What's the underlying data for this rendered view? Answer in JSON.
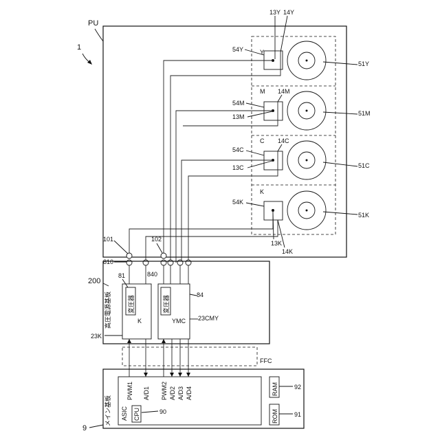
{
  "refs": {
    "device": "1",
    "process_unit": "PU",
    "main_board": "9",
    "hv_board": "200",
    "ffc": "FFC",
    "cpu_ref": "90",
    "rom_ref": "91",
    "ram_ref": "92",
    "transformer_k_ref": "81",
    "transformer_ymc_ref": "84",
    "circuit_k": "23K",
    "circuit_cmy": "23CMY",
    "connector_101": "101",
    "connector_102": "102",
    "connector_810": "810",
    "connector_840": "840"
  },
  "labels": {
    "main_board_title": "メイン基板",
    "hv_board_title": "高圧電源基板",
    "asic": "ASIC",
    "cpu": "CPU",
    "rom": "ROM",
    "ram": "RAM",
    "transformer": "変圧器",
    "k": "K",
    "ymc": "YMC"
  },
  "signals": [
    "PWM1",
    "A/D1",
    "PWM2",
    "A/D2",
    "A/D3",
    "A/D4"
  ],
  "stations": [
    {
      "color": "Y",
      "holder": "54Y",
      "contact_a": "13Y",
      "contact_b": "14Y",
      "drum": "51Y"
    },
    {
      "color": "M",
      "holder": "54M",
      "contact_a": "13M",
      "contact_b": "14M",
      "drum": "51M"
    },
    {
      "color": "C",
      "holder": "54C",
      "contact_a": "13C",
      "contact_b": "14C",
      "drum": "51C"
    },
    {
      "color": "K",
      "holder": "54K",
      "contact_a": "13K",
      "contact_b": "14K",
      "drum": "51K"
    }
  ]
}
